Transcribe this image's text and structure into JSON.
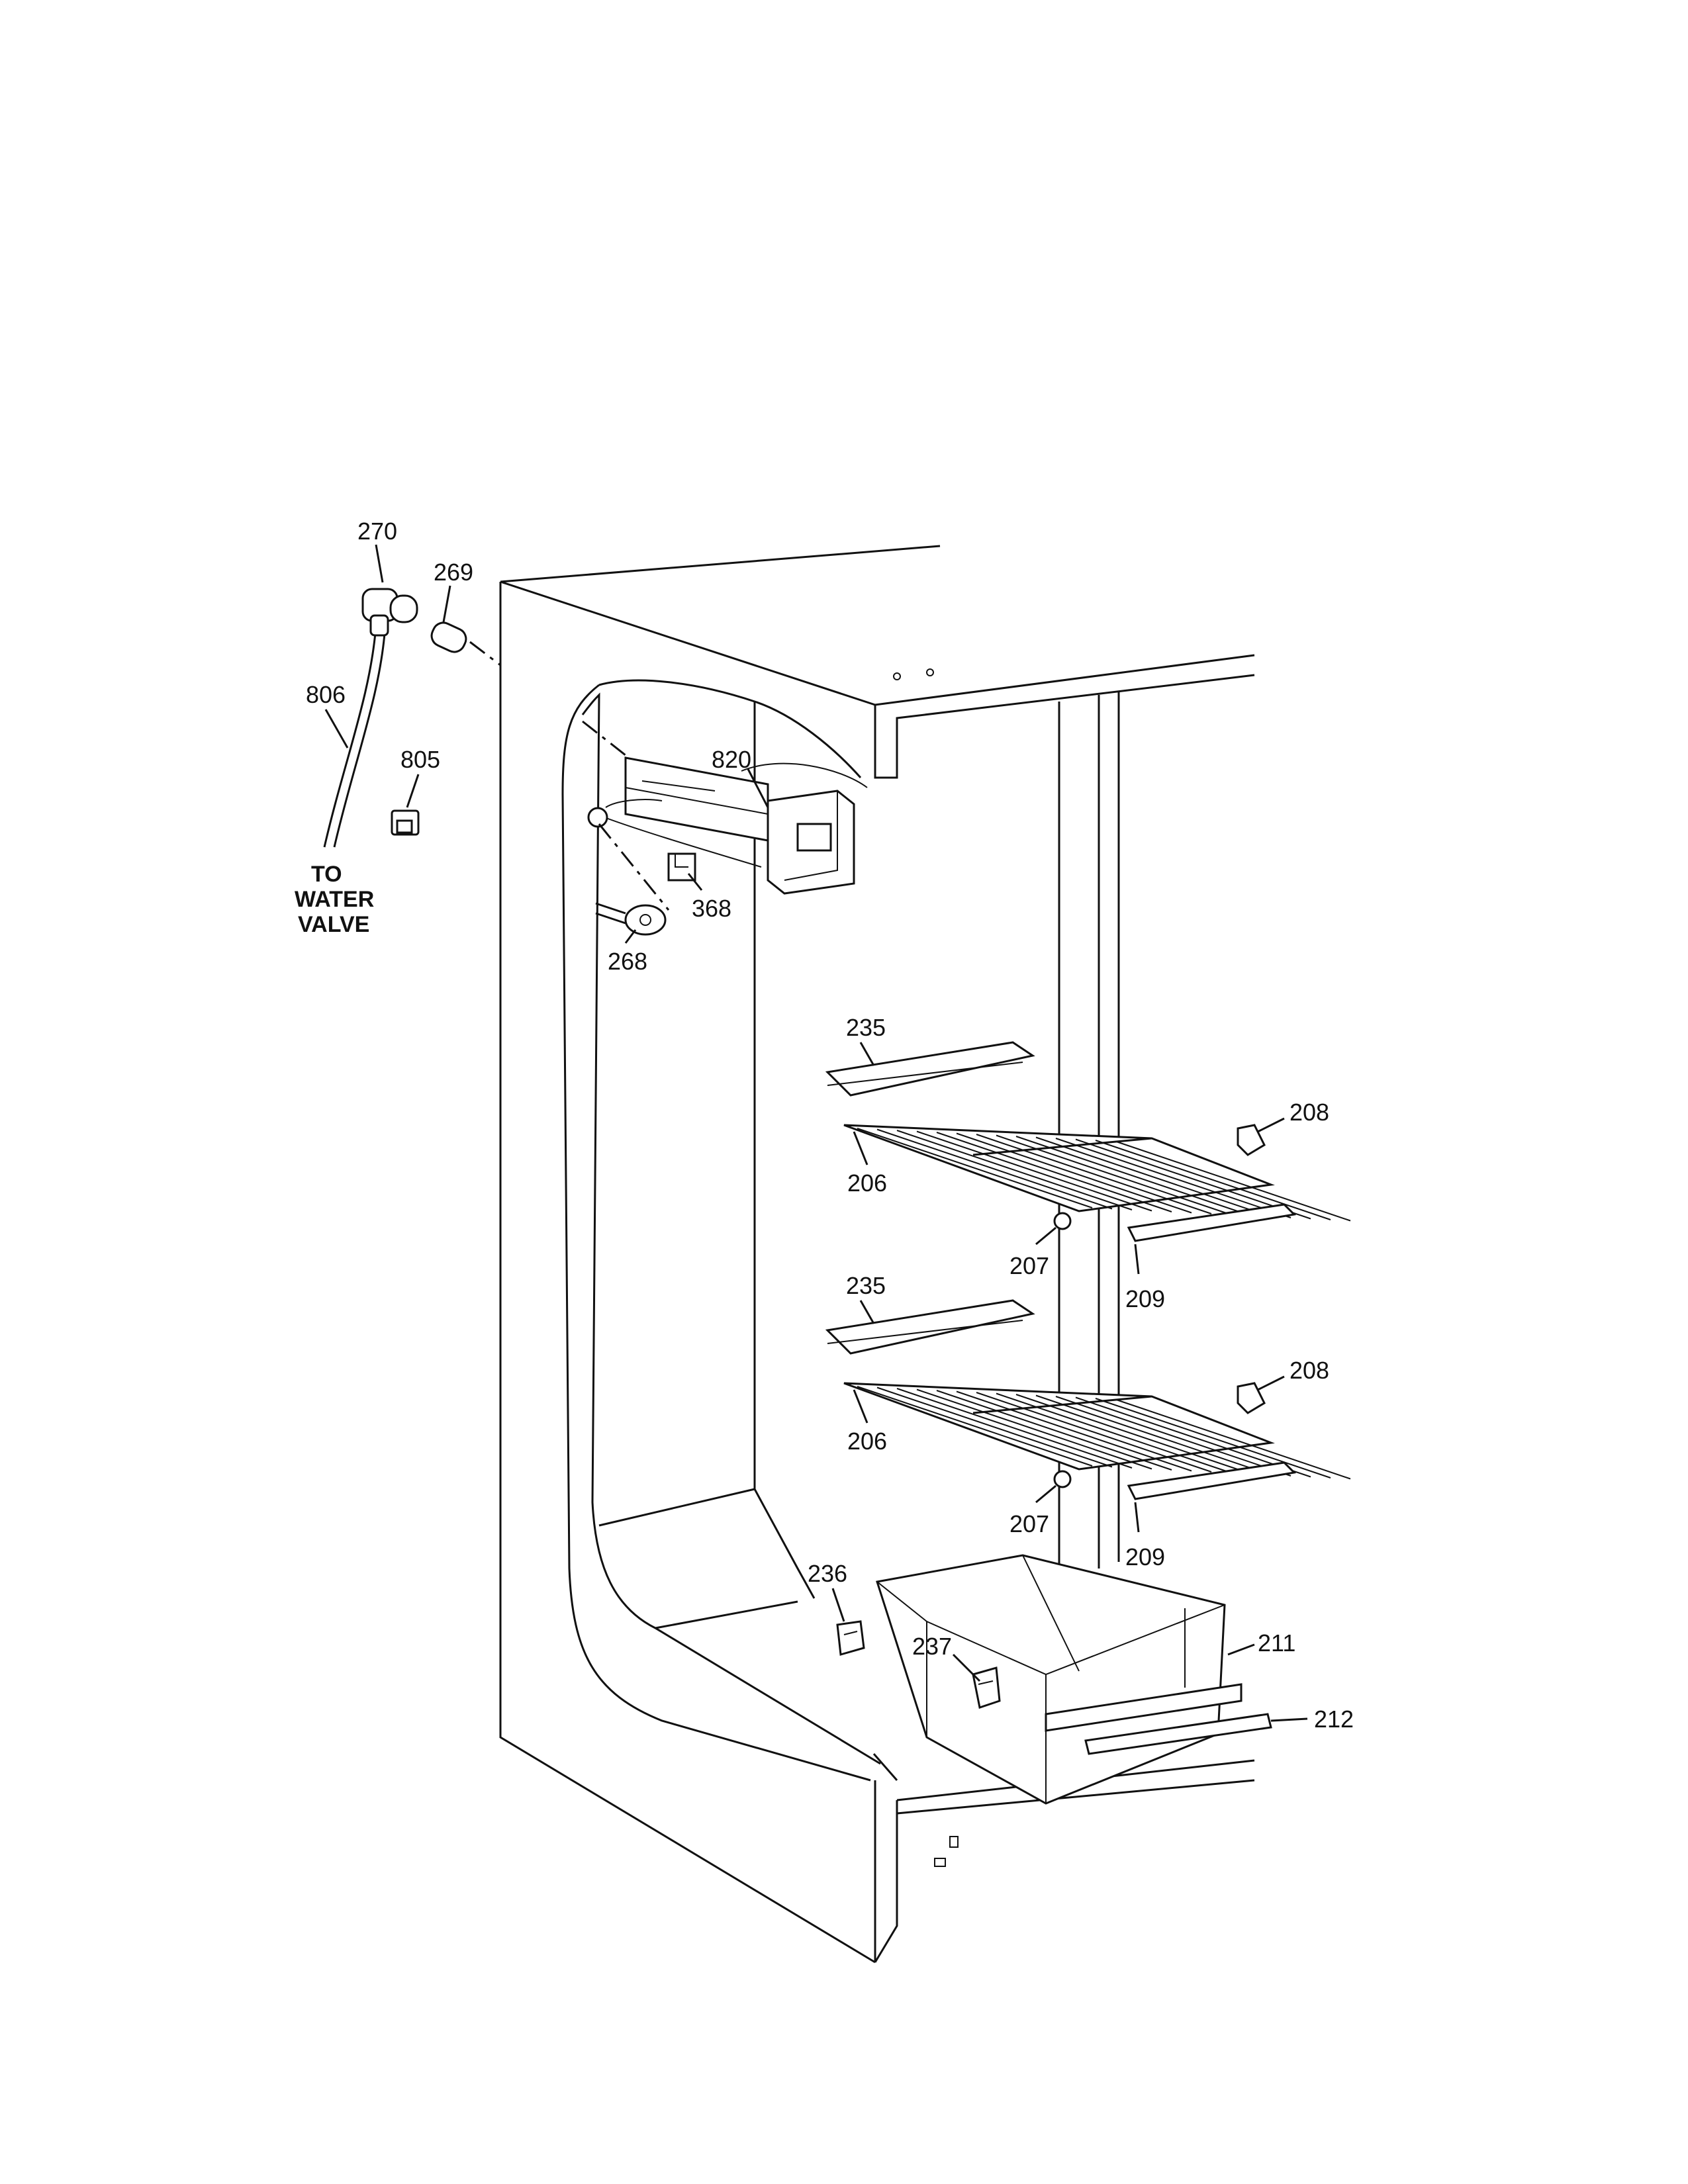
{
  "callouts": [
    {
      "key": "c270",
      "text": "270"
    },
    {
      "key": "c269",
      "text": "269"
    },
    {
      "key": "c806",
      "text": "806"
    },
    {
      "key": "c805",
      "text": "805"
    },
    {
      "key": "c820",
      "text": "820"
    },
    {
      "key": "c368",
      "text": "368"
    },
    {
      "key": "c268",
      "text": "268"
    },
    {
      "key": "c235a",
      "text": "235"
    },
    {
      "key": "c206a",
      "text": "206"
    },
    {
      "key": "c208a",
      "text": "208"
    },
    {
      "key": "c207a",
      "text": "207"
    },
    {
      "key": "c209a",
      "text": "209"
    },
    {
      "key": "c235b",
      "text": "235"
    },
    {
      "key": "c206b",
      "text": "206"
    },
    {
      "key": "c208b",
      "text": "208"
    },
    {
      "key": "c207b",
      "text": "207"
    },
    {
      "key": "c209b",
      "text": "209"
    },
    {
      "key": "c236",
      "text": "236"
    },
    {
      "key": "c237",
      "text": "237"
    },
    {
      "key": "c211",
      "text": "211"
    },
    {
      "key": "c212",
      "text": "212"
    }
  ],
  "water_note": [
    "TO",
    "WATER",
    "VALVE"
  ]
}
